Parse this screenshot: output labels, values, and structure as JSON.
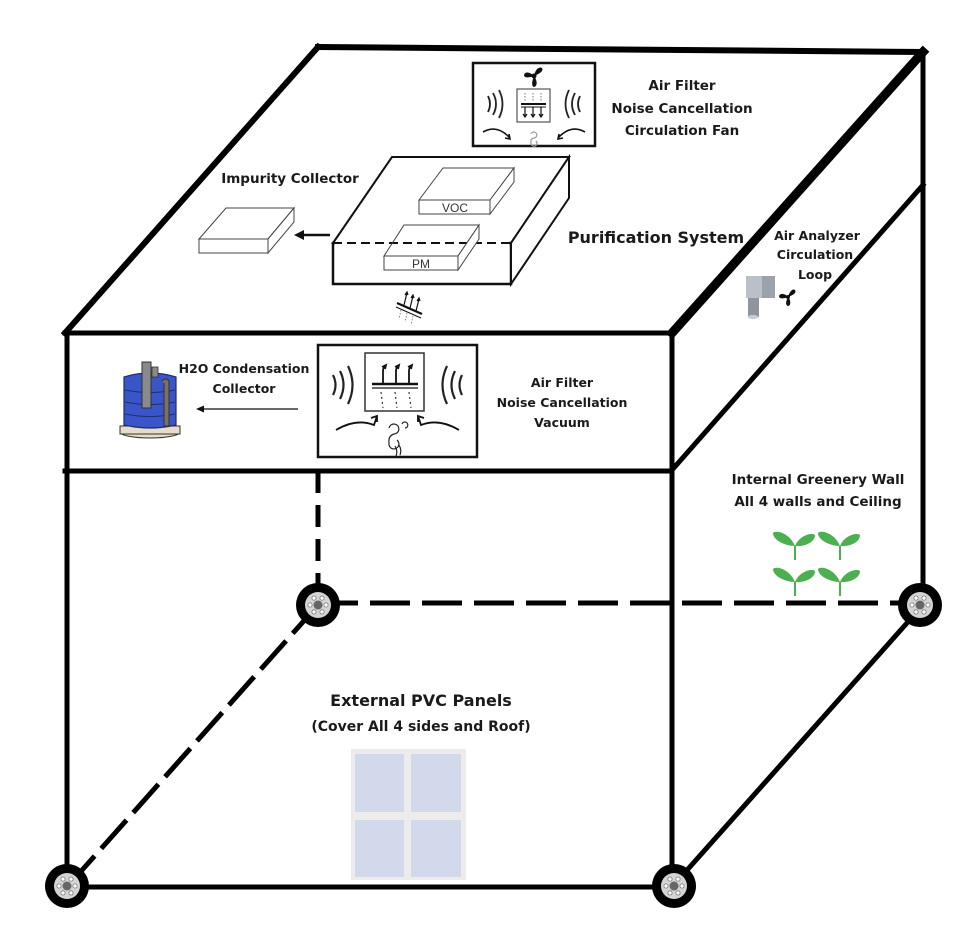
{
  "title": "Air purification enclosure diagram",
  "colors": {
    "edge": "#000000",
    "greenery": "#4caf50",
    "pvc_panel": "#d1d9ea",
    "pvc_frame": "#ececec",
    "tank_blue": "#3a55c8",
    "tank_base": "#e6dcc8",
    "analyzer_gray": "#b9c0c8"
  },
  "labels": {
    "top_filter": [
      "Air Filter",
      "Noise Cancellation",
      "Circulation Fan"
    ],
    "impurity_collector": "Impurity Collector",
    "purification_system": "Purification System",
    "voc": "VOC",
    "pm": "PM",
    "air_analyzer": [
      "Air Analyzer",
      "Circulation",
      "Loop"
    ],
    "h2o_collector": [
      "H2O Condensation",
      "Collector"
    ],
    "vacuum_filter": [
      "Air Filter",
      "Noise Cancellation",
      "Vacuum"
    ],
    "greenery": [
      "Internal Greenery Wall",
      "All 4 walls and Ceiling"
    ],
    "pvc": [
      "External PVC Panels",
      "(Cover All 4 sides and Roof)"
    ]
  },
  "icons": {
    "fan": "fan-icon",
    "filter": "air-filter-icon",
    "sound_waves": "sound-wave-icon",
    "swirl": "air-swirl-icon",
    "water_tank": "water-tank-icon",
    "analyzer": "air-analyzer-icon",
    "sprout": "sprout-icon",
    "window": "pvc-panel-icon",
    "wheel": "caster-wheel-icon"
  }
}
